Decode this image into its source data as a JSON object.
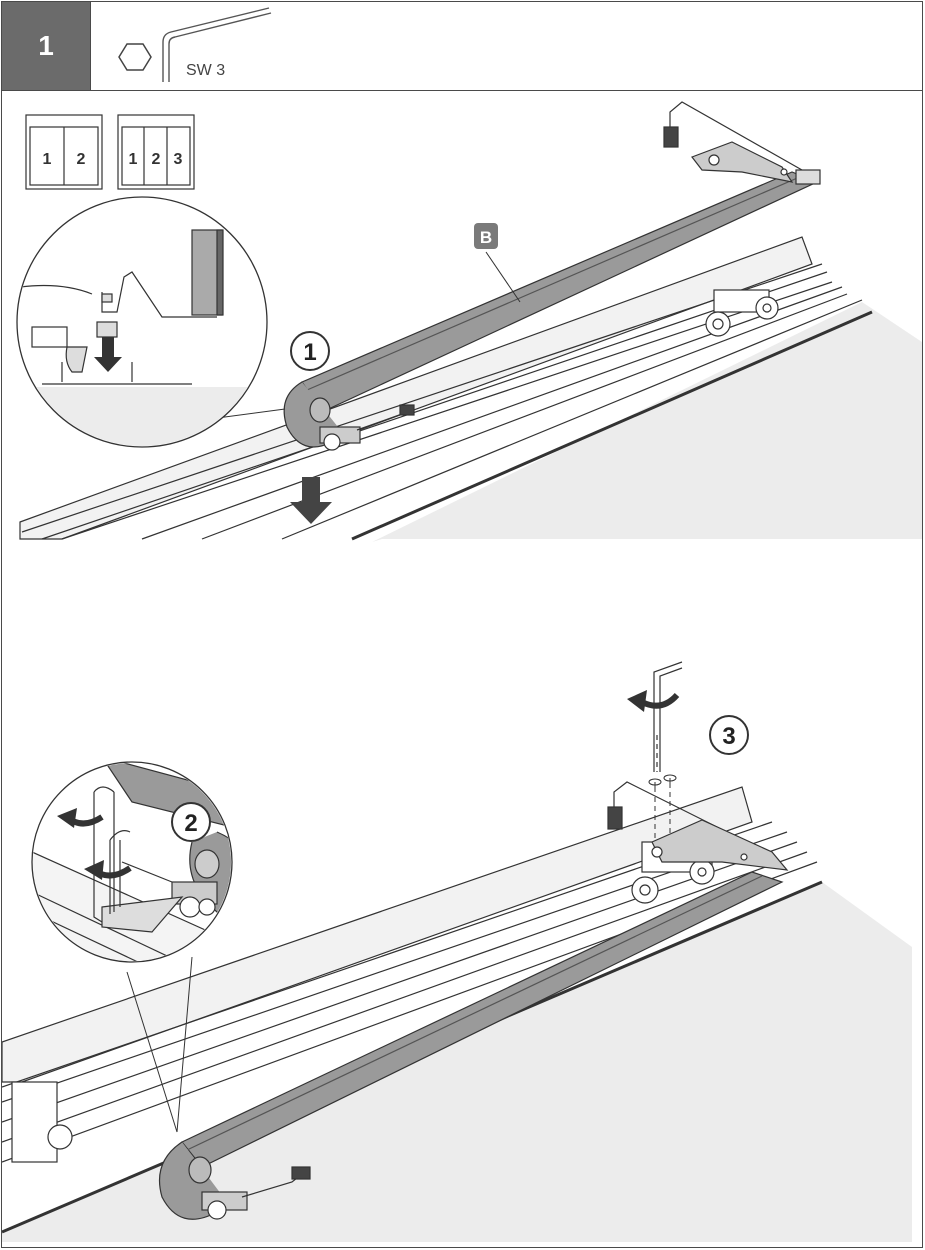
{
  "header": {
    "step_number": "1",
    "tool_label": "SW 3",
    "tool_icons": [
      "hexagon-icon",
      "allen-key-icon"
    ]
  },
  "panels": {
    "two_panel": [
      "1",
      "2"
    ],
    "three_panel": [
      "1",
      "2",
      "3"
    ]
  },
  "callouts": {
    "part_label": "B",
    "step_1": "1",
    "step_2": "2",
    "step_3": "3"
  },
  "colors": {
    "header_fill": "#6b6b6b",
    "rail_fill": "#9a9a9a",
    "label_fill": "#7a7a7a",
    "floor_fill": "#ececec"
  }
}
